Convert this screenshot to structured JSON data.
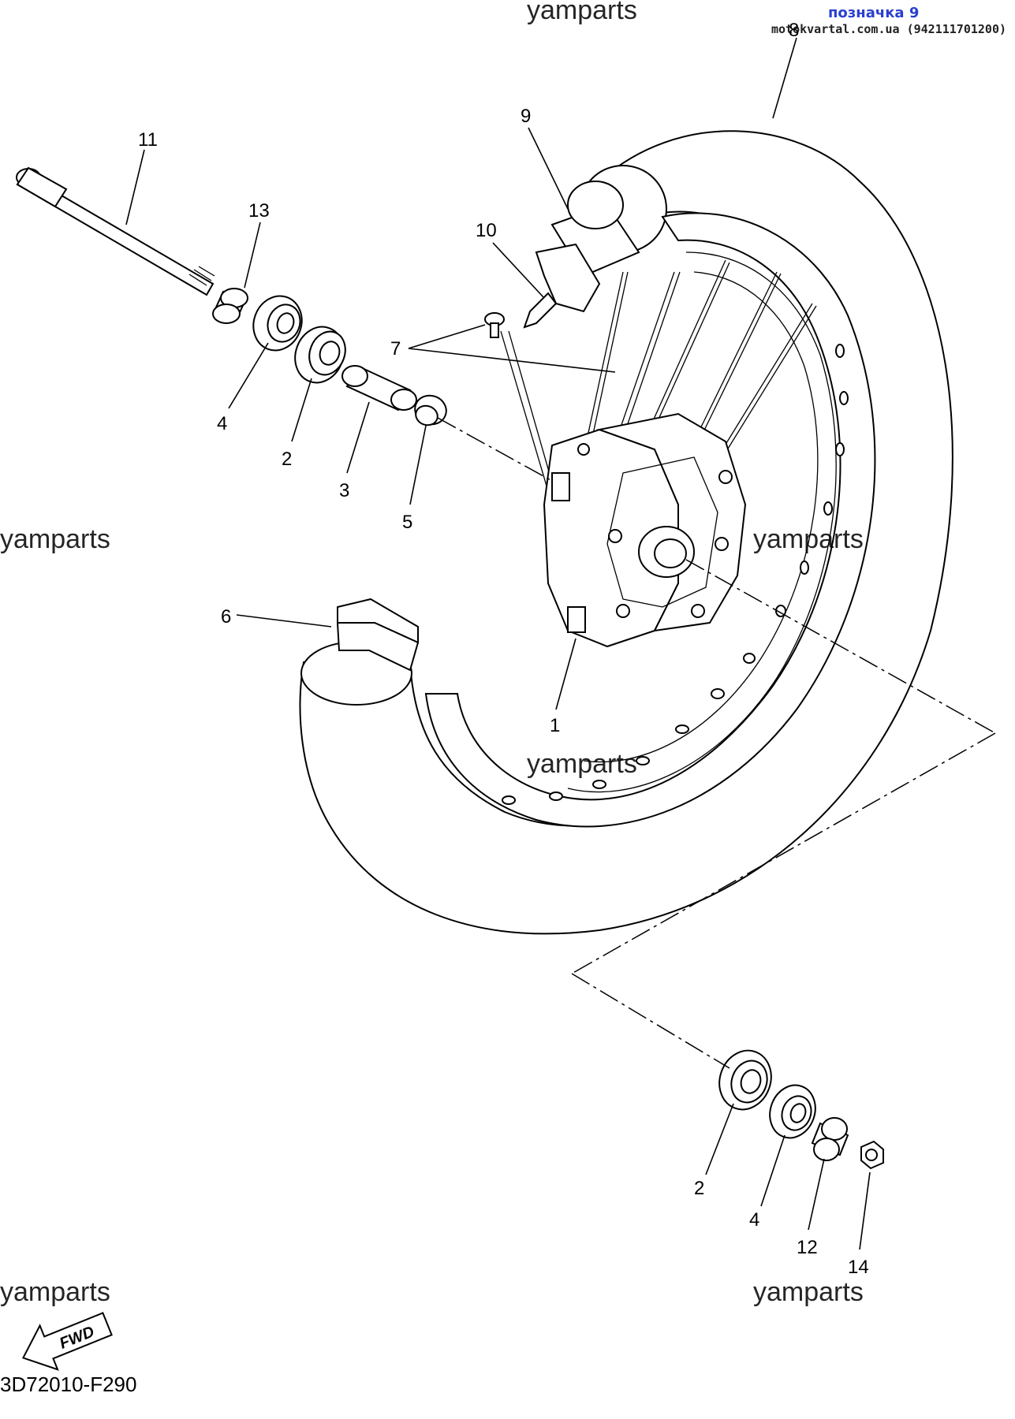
{
  "header": {
    "mark_label": "позначка 9",
    "site_label": "motokvartal.com.ua (942111701200)"
  },
  "watermarks": {
    "top": "yamparts",
    "left_mid": "yamparts",
    "right_mid": "yamparts",
    "center": "yamparts",
    "bottom_left": "yamparts",
    "bottom_right": "yamparts"
  },
  "callouts": {
    "c1": "1",
    "c2a": "2",
    "c2b": "2",
    "c3": "3",
    "c4a": "4",
    "c4b": "4",
    "c5": "5",
    "c6": "6",
    "c7": "7",
    "c8": "8",
    "c9": "9",
    "c10": "10",
    "c11": "11",
    "c12": "12",
    "c13": "13",
    "c14": "14"
  },
  "fwd_label": "FWD",
  "diagram_code": "3D72010-F290",
  "icons": {
    "fwd": "fwd-arrow-icon"
  }
}
